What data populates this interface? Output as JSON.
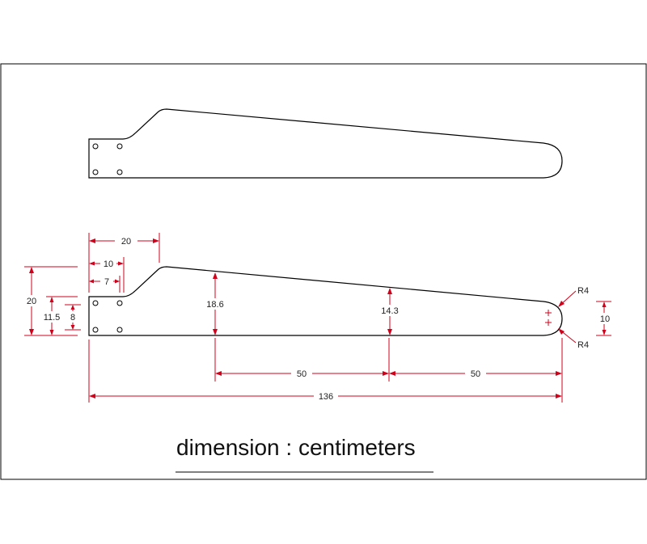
{
  "caption": "dimension : centimeters",
  "dimensions": {
    "overall_length": "136",
    "segment_a": "50",
    "segment_b": "50",
    "root_width_top": "20",
    "root_width_mid": "10",
    "root_width_small": "7",
    "root_height_total": "20",
    "root_height_a": "11.5",
    "root_height_b": "8",
    "chord_1": "18.6",
    "chord_2": "14.3",
    "tip_height": "10",
    "tip_radius_top": "R4",
    "tip_radius_bottom": "R4"
  },
  "colors": {
    "outline": "#000000",
    "dimension": "#d0021b"
  }
}
